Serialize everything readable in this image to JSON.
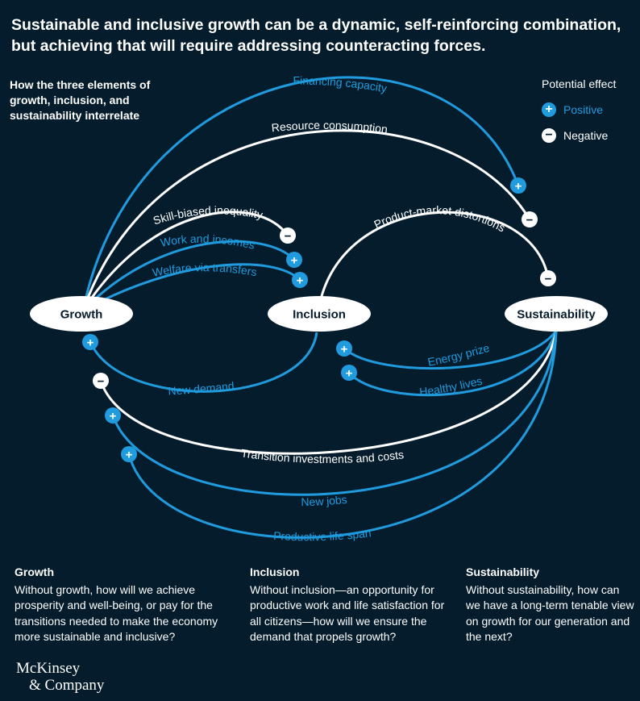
{
  "headline": "Sustainable and inclusive growth can be a dynamic, self-reinforcing combination, but achieving that will require addressing counteracting forces.",
  "subhead": "How the three elements of growth, inclusion, and sustainability interrelate",
  "legend": {
    "title": "Potential effect",
    "positive": "Positive",
    "negative": "Negative"
  },
  "colors": {
    "background": "#051c2c",
    "positive": "#1f9bde",
    "negative": "#ffffff"
  },
  "nodes": {
    "growth": "Growth",
    "inclusion": "Inclusion",
    "sustainability": "Sustainability"
  },
  "links": [
    {
      "label": "Financing capacity",
      "effect": "positive"
    },
    {
      "label": "Resource consumption",
      "effect": "negative"
    },
    {
      "label": "Skill-biased inequality",
      "effect": "negative"
    },
    {
      "label": "Work and incomes",
      "effect": "positive"
    },
    {
      "label": "Welfare via transfers",
      "effect": "positive"
    },
    {
      "label": "Product-market distortions",
      "effect": "negative"
    },
    {
      "label": "New demand",
      "effect": "positive"
    },
    {
      "label": "Energy prize",
      "effect": "positive"
    },
    {
      "label": "Healthy lives",
      "effect": "positive"
    },
    {
      "label": "Transition investments and costs",
      "effect": "negative"
    },
    {
      "label": "New jobs",
      "effect": "positive"
    },
    {
      "label": "Productive life span",
      "effect": "positive"
    }
  ],
  "footer": {
    "growth": {
      "title": "Growth",
      "text": "Without growth, how will we achieve prosperity and well-being, or pay for the transitions needed to make the economy more sustainable and inclusive?"
    },
    "inclusion": {
      "title": "Inclusion",
      "text": "Without inclusion—an opportunity for productive work and life satisfaction for all citizens—how will we ensure the demand that propels growth?"
    },
    "sustainability": {
      "title": "Sustainability",
      "text": "Without sustainability, how can we have a long-term tenable view on growth for our generation and the next?"
    }
  },
  "logo": {
    "line1": "McKinsey",
    "line2": "& Company"
  }
}
